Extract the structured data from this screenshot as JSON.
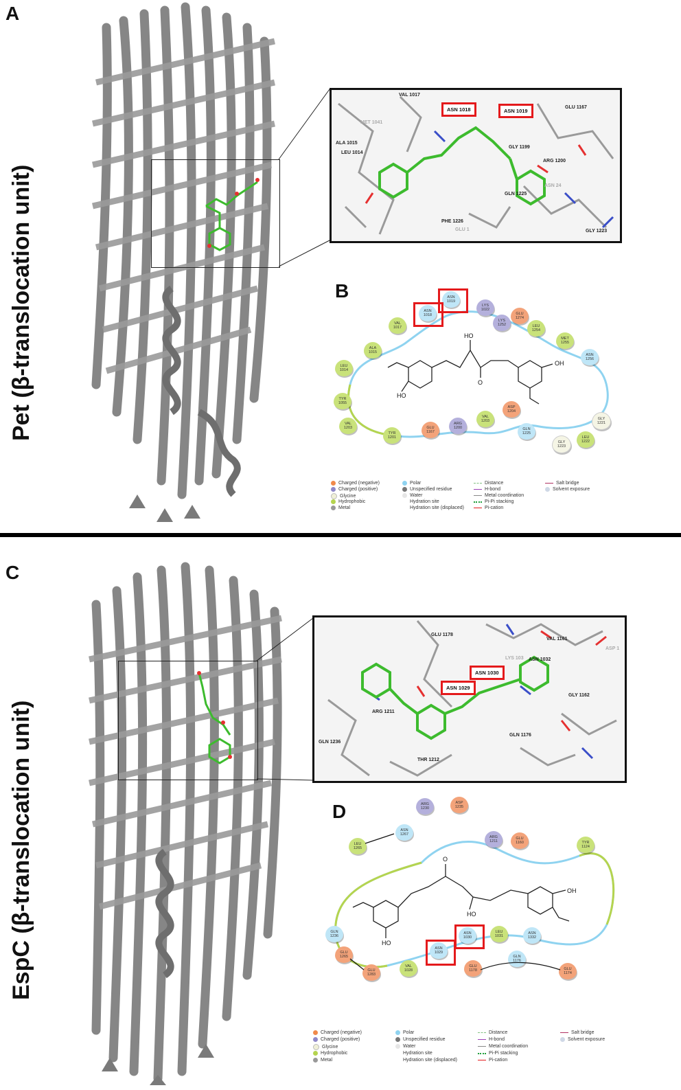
{
  "panels": {
    "a": {
      "letter": "A",
      "title": "Pet (β-translocation unit)"
    },
    "b": {
      "letter": "B"
    },
    "c": {
      "letter": "C",
      "title": "EspC (β-translocation unit)"
    },
    "d": {
      "letter": "D"
    }
  },
  "inset_top": {
    "labels": [
      {
        "text": "VAL 1017",
        "faint": false
      },
      {
        "text": "GLU 1167",
        "faint": false
      },
      {
        "text": "MET 1041",
        "faint": true
      },
      {
        "text": "ALA 1015",
        "faint": false
      },
      {
        "text": "LEU 1014",
        "faint": false
      },
      {
        "text": "GLY 1199",
        "faint": false
      },
      {
        "text": "ARG 1200",
        "faint": false
      },
      {
        "text": "ASN 24",
        "faint": true
      },
      {
        "text": "GLN 1225",
        "faint": false
      },
      {
        "text": "PHE 1226",
        "faint": false
      },
      {
        "text": "GLY 1223",
        "faint": false
      },
      {
        "text": "GLU 1",
        "faint": true
      }
    ],
    "boxed": [
      "ASN 1018",
      "ASN 1019"
    ]
  },
  "inset_bottom": {
    "labels": [
      {
        "text": "GLU 1178",
        "faint": false
      },
      {
        "text": "VAL 1161",
        "faint": false
      },
      {
        "text": "LYS 103",
        "faint": true
      },
      {
        "text": "ASN 1032",
        "faint": false
      },
      {
        "text": "GLY 1162",
        "faint": false
      },
      {
        "text": "ARG 1211",
        "faint": false
      },
      {
        "text": "GLN 1176",
        "faint": false
      },
      {
        "text": "GLN 1236",
        "faint": false
      },
      {
        "text": "THR 1212",
        "faint": false
      },
      {
        "text": "ASP 1",
        "faint": true
      }
    ],
    "boxed": [
      "ASN 1030",
      "ASN 1029"
    ]
  },
  "diagram_b": {
    "residues": [
      {
        "name": "ASN",
        "num": "1018",
        "type": "polar"
      },
      {
        "name": "ASN",
        "num": "1019",
        "type": "polar"
      },
      {
        "name": "LYS",
        "num": "1022",
        "type": "pos"
      },
      {
        "name": "LYS",
        "num": "1252",
        "type": "pos"
      },
      {
        "name": "GLU",
        "num": "1274",
        "type": "neg"
      },
      {
        "name": "LEU",
        "num": "1254",
        "type": "hydro"
      },
      {
        "name": "MET",
        "num": "1255",
        "type": "hydro"
      },
      {
        "name": "ASN",
        "num": "1256",
        "type": "polar"
      },
      {
        "name": "VAL",
        "num": "1017",
        "type": "hydro"
      },
      {
        "name": "ALA",
        "num": "1015",
        "type": "hydro"
      },
      {
        "name": "LEU",
        "num": "1014",
        "type": "hydro"
      },
      {
        "name": "TYR",
        "num": "1055",
        "type": "hydro"
      },
      {
        "name": "VAL",
        "num": "1203",
        "type": "hydro"
      },
      {
        "name": "TYR",
        "num": "1201",
        "type": "hydro"
      },
      {
        "name": "GLU",
        "num": "1167",
        "type": "neg"
      },
      {
        "name": "ARG",
        "num": "1200",
        "type": "pos"
      },
      {
        "name": "VAL",
        "num": "1203",
        "type": "hydro"
      },
      {
        "name": "ASP",
        "num": "1204",
        "type": "neg"
      },
      {
        "name": "GLN",
        "num": "1225",
        "type": "polar"
      },
      {
        "name": "GLY",
        "num": "1223",
        "type": "gly"
      },
      {
        "name": "LEU",
        "num": "1222",
        "type": "hydro"
      },
      {
        "name": "GLY",
        "num": "1221",
        "type": "gly"
      }
    ],
    "atoms": {
      "ho": "HO",
      "o": "O",
      "oh": "OH",
      "ho2": "HO"
    }
  },
  "diagram_d": {
    "residues": [
      {
        "name": "ARG",
        "num": "1230",
        "type": "pos"
      },
      {
        "name": "ASP",
        "num": "1235",
        "type": "neg"
      },
      {
        "name": "ASN",
        "num": "1267",
        "type": "polar"
      },
      {
        "name": "LEU",
        "num": "1265",
        "type": "hydro"
      },
      {
        "name": "ARG",
        "num": "1211",
        "type": "pos"
      },
      {
        "name": "GLU",
        "num": "1160",
        "type": "neg"
      },
      {
        "name": "TYR",
        "num": "1124",
        "type": "hydro"
      },
      {
        "name": "GLN",
        "num": "1236",
        "type": "polar"
      },
      {
        "name": "GLU",
        "num": "1265",
        "type": "neg"
      },
      {
        "name": "GLU",
        "num": "1283",
        "type": "neg"
      },
      {
        "name": "ASN",
        "num": "1029",
        "type": "polar"
      },
      {
        "name": "VAL",
        "num": "1028",
        "type": "hydro"
      },
      {
        "name": "ASN",
        "num": "1030",
        "type": "polar"
      },
      {
        "name": "LEU",
        "num": "1031",
        "type": "hydro"
      },
      {
        "name": "ASN",
        "num": "1332",
        "type": "polar"
      },
      {
        "name": "GLU",
        "num": "1178",
        "type": "neg"
      },
      {
        "name": "GLN",
        "num": "1176",
        "type": "polar"
      },
      {
        "name": "GLU",
        "num": "1174",
        "type": "neg"
      }
    ],
    "atoms": {
      "o": "O",
      "oh": "OH",
      "ho": "HO",
      "ho2": "HO"
    }
  },
  "legend": {
    "col1": [
      "Charged (negative)",
      "Charged (positive)",
      "Glycine",
      "Hydrophobic",
      "Metal"
    ],
    "col2": [
      "Polar",
      "Unspecified residue",
      "Water",
      "Hydration site",
      "Hydration site (displaced)"
    ],
    "col3": [
      "Distance",
      "H-bond",
      "Metal coordination",
      "Pi-Pi stacking",
      "Pi-cation"
    ],
    "col4": [
      "Salt bridge",
      "Solvent exposure"
    ],
    "colors": {
      "neg": "#f08a4b",
      "pos": "#8f88c9",
      "gly": "#f0f0d8",
      "hydro": "#b5d44f",
      "metal": "#999999",
      "polar": "#8fd3f0",
      "unspec": "#777777",
      "water": "#e6e6e6",
      "distance": "#80c080",
      "hbond": "#9b3fb5",
      "metalcoord": "#888888",
      "pipi": "#1e9e3a",
      "pication": "#e41a1c",
      "saltbridge": "#b03060",
      "solvent": "#cfd8e6"
    }
  }
}
